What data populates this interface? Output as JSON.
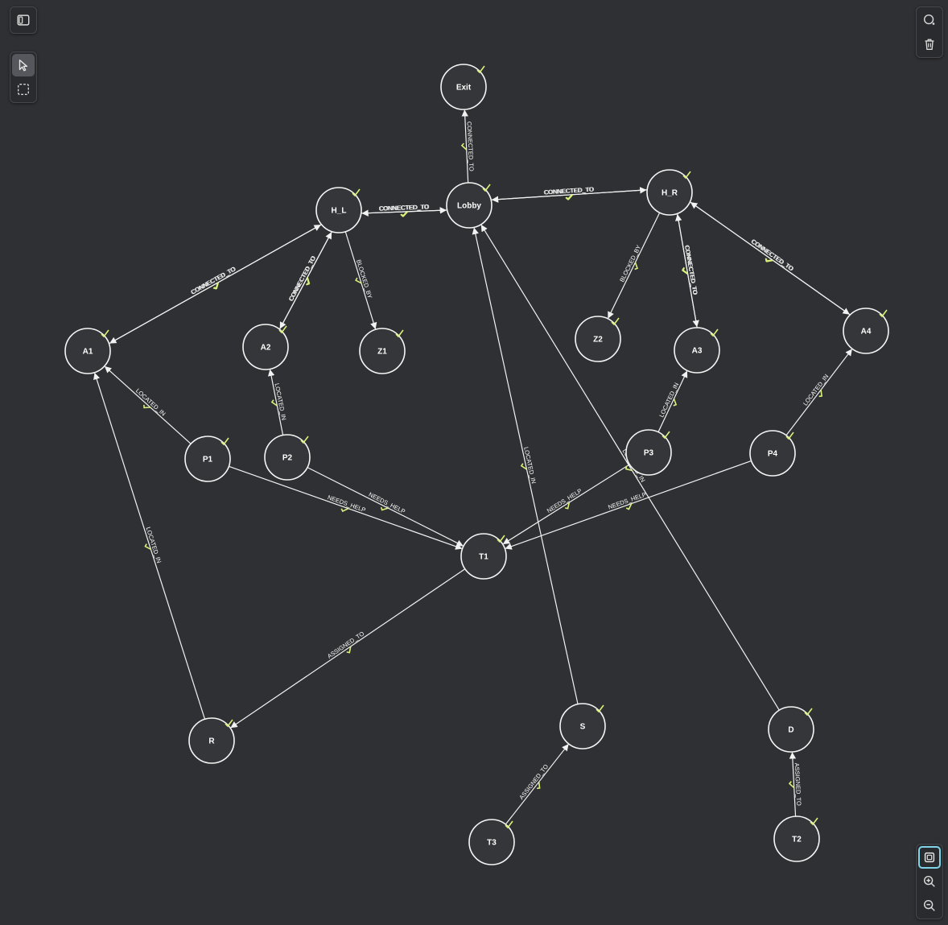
{
  "toolbar": {
    "sidebar_toggle_icon": "sidebar-panel-icon",
    "select_tool_icon": "pointer-icon",
    "marquee_tool_icon": "dashed-selection-icon",
    "add_node_icon": "add-node-icon",
    "delete_icon": "trash-icon",
    "fit_view_icon": "fit-view-icon",
    "zoom_in_icon": "zoom-in-icon",
    "zoom_out_icon": "zoom-out-icon"
  },
  "colors": {
    "background": "#2f3033",
    "node_fill": "#353639",
    "node_stroke": "#f5f5f5",
    "edge": "#f2f2f2",
    "check_mark": "#d8f27a",
    "fit_button_border": "#7fd3e6"
  },
  "graph": {
    "nodes": [
      {
        "id": "Exit",
        "label": "Exit"
      },
      {
        "id": "Lobby",
        "label": "Lobby"
      },
      {
        "id": "H_L",
        "label": "H_L"
      },
      {
        "id": "H_R",
        "label": "H_R"
      },
      {
        "id": "A1",
        "label": "A1"
      },
      {
        "id": "A2",
        "label": "A2"
      },
      {
        "id": "Z1",
        "label": "Z1"
      },
      {
        "id": "Z2",
        "label": "Z2"
      },
      {
        "id": "A3",
        "label": "A3"
      },
      {
        "id": "A4",
        "label": "A4"
      },
      {
        "id": "P1",
        "label": "P1"
      },
      {
        "id": "P2",
        "label": "P2"
      },
      {
        "id": "P3",
        "label": "P3"
      },
      {
        "id": "P4",
        "label": "P4"
      },
      {
        "id": "T1",
        "label": "T1"
      },
      {
        "id": "R",
        "label": "R"
      },
      {
        "id": "S",
        "label": "S"
      },
      {
        "id": "D",
        "label": "D"
      },
      {
        "id": "T3",
        "label": "T3"
      },
      {
        "id": "T2",
        "label": "T2"
      }
    ],
    "edges": [
      {
        "from": "Lobby",
        "to": "Exit",
        "label": "CONNECTED_TO"
      },
      {
        "from": "H_L",
        "to": "Lobby",
        "label": "CONNECTED_TO"
      },
      {
        "from": "Lobby",
        "to": "H_L",
        "label": "CONNECTED_TO"
      },
      {
        "from": "Lobby",
        "to": "H_R",
        "label": "CONNECTED_TO"
      },
      {
        "from": "H_R",
        "to": "Lobby",
        "label": "CONNECTED_TO"
      },
      {
        "from": "A1",
        "to": "H_L",
        "label": "CONNECTED_TO"
      },
      {
        "from": "H_L",
        "to": "A1",
        "label": "CONNECTED_TO"
      },
      {
        "from": "A2",
        "to": "H_L",
        "label": "CONNECTED_TO"
      },
      {
        "from": "H_L",
        "to": "A2",
        "label": "CONNECTED_TO"
      },
      {
        "from": "H_L",
        "to": "Z1",
        "label": "BLOCKED_BY"
      },
      {
        "from": "H_R",
        "to": "Z2",
        "label": "BLOCKED_BY"
      },
      {
        "from": "A3",
        "to": "H_R",
        "label": "CONNECTED_TO"
      },
      {
        "from": "H_R",
        "to": "A3",
        "label": "CONNECTED_TO"
      },
      {
        "from": "H_R",
        "to": "A4",
        "label": "CONNECTED_TO"
      },
      {
        "from": "A4",
        "to": "H_R",
        "label": "CONNECTED_TO"
      },
      {
        "from": "P1",
        "to": "A1",
        "label": "LOCATED_IN"
      },
      {
        "from": "P2",
        "to": "A2",
        "label": "LOCATED_IN"
      },
      {
        "from": "P3",
        "to": "A3",
        "label": "LOCATED_IN"
      },
      {
        "from": "P4",
        "to": "A4",
        "label": "LOCATED_IN"
      },
      {
        "from": "P1",
        "to": "T1",
        "label": "NEEDS_HELP"
      },
      {
        "from": "P2",
        "to": "T1",
        "label": "NEEDS_HELP"
      },
      {
        "from": "P3",
        "to": "T1",
        "label": "NEEDS_HELP"
      },
      {
        "from": "P4",
        "to": "T1",
        "label": "NEEDS_HELP"
      },
      {
        "from": "T1",
        "to": "R",
        "label": "ASSIGNED_TO"
      },
      {
        "from": "R",
        "to": "A1",
        "label": "LOCATED_IN"
      },
      {
        "from": "S",
        "to": "Lobby",
        "label": "LOCATED_IN"
      },
      {
        "from": "D",
        "to": "Lobby",
        "label": "LOCATED_IN"
      },
      {
        "from": "T3",
        "to": "S",
        "label": "ASSIGNED_TO"
      },
      {
        "from": "T2",
        "to": "D",
        "label": "ASSIGNED_TO"
      }
    ]
  }
}
